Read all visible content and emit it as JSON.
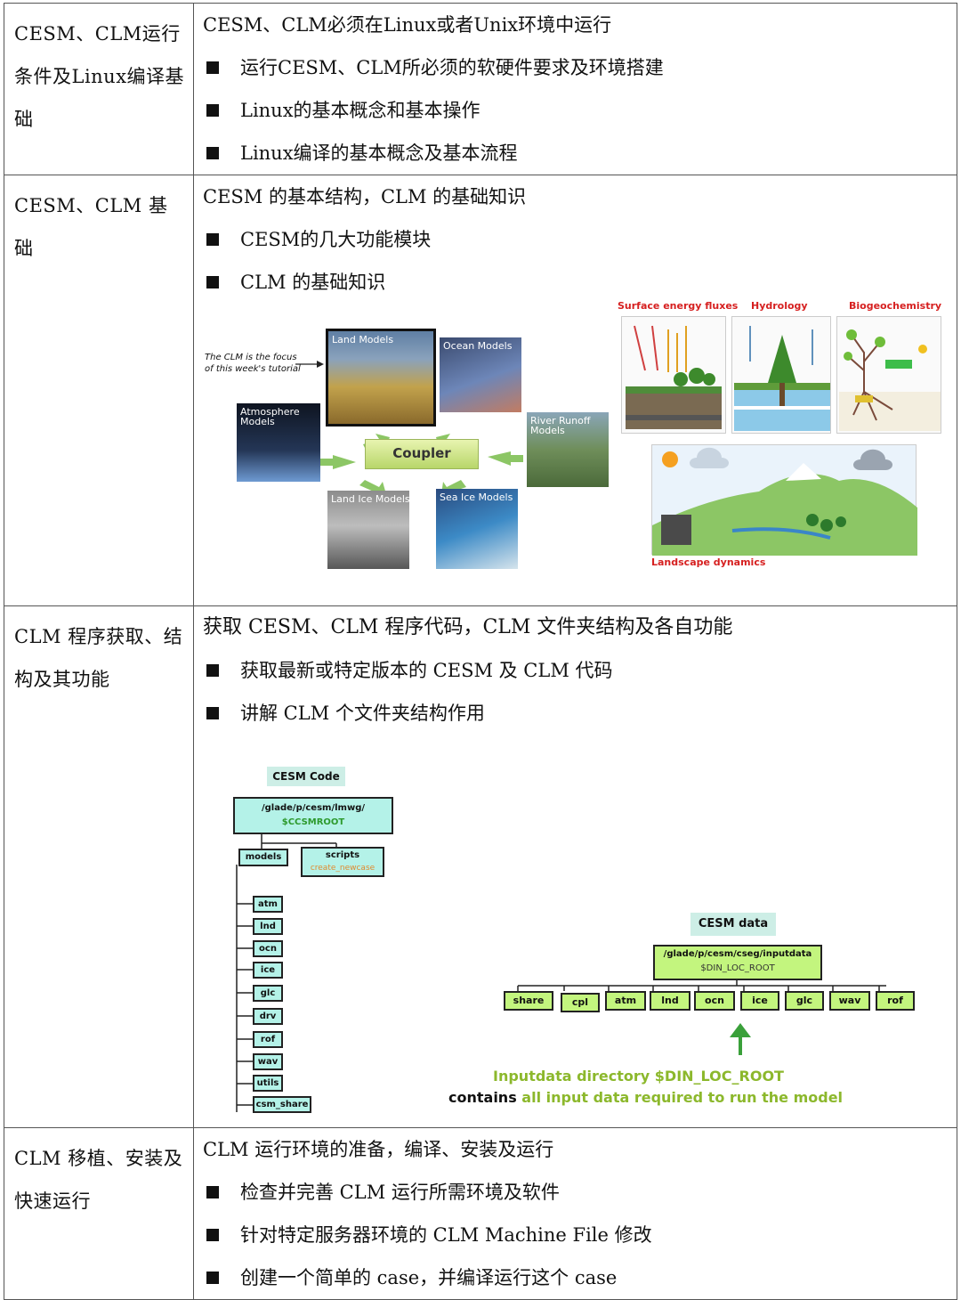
{
  "rows": [
    {
      "left": "CESM、CLM运行条件及Linux编译基础",
      "head": "CESM、CLM必须在Linux或者Unix环境中运行",
      "bullets": [
        "运行CESM、CLM所必须的软硬件要求及环境搭建",
        "Linux的基本概念和基本操作",
        "Linux编译的基本概念及基本流程"
      ]
    },
    {
      "left": "CESM、CLM 基础",
      "head": "CESM 的基本结构，CLM 的基础知识",
      "bullets": [
        "CESM的几大功能模块",
        "CLM 的基础知识"
      ]
    },
    {
      "left": "CLM 程序获取、结构及其功能",
      "head": "获取 CESM、CLM 程序代码，CLM 文件夹结构及各自功能",
      "bullets": [
        "获取最新或特定版本的 CESM 及 CLM 代码",
        "讲解 CLM 个文件夹结构作用"
      ]
    },
    {
      "left": "CLM 移植、安装及快速运行",
      "head": "CLM 运行环境的准备，编译、安装及运行",
      "bullets": [
        "检查并完善 CLM 运行所需环境及软件",
        "针对特定服务器环境的 CLM Machine File 修改",
        "创建一个简单的 case，并编译运行这个 case"
      ]
    }
  ],
  "cesm_figure": {
    "note": "The CLM is the focus of this week's tutorial",
    "coupler": "Coupler",
    "models": {
      "land": "Land Models",
      "ocean": "Ocean Models",
      "atmosphere": "Atmosphere Models",
      "river": "River Runoff Models",
      "landice": "Land Ice Models",
      "seaice": "Sea Ice Models"
    },
    "clm_panels": {
      "energy": "Surface energy fluxes",
      "hydrology": "Hydrology",
      "biogeo": "Biogeochemistry",
      "landscape": "Landscape dynamics"
    },
    "colors": {
      "coupler": "#c9e27a",
      "arrow": "#8cc665",
      "panel_title": "#d62020"
    }
  },
  "code_tree": {
    "title": "CESM Code",
    "root_path": "/glade/p/cesm/lmwg/",
    "root_var": "$CCSMROOT",
    "models": "models",
    "scripts": "scripts",
    "create_newcase": "create_newcase",
    "components": [
      "atm",
      "lnd",
      "ocn",
      "ice",
      "glc",
      "drv",
      "rof",
      "wav",
      "utils",
      "csm_share"
    ]
  },
  "data_tree": {
    "title": "CESM data",
    "root_path": "/glade/p/cesm/cseg/inputdata",
    "root_var": "$DIN_LOC_ROOT",
    "components": [
      "share",
      "cpl",
      "atm",
      "lnd",
      "ocn",
      "ice",
      "glc",
      "wav",
      "rof"
    ],
    "caption1": "Inputdata directory $DIN_LOC_ROOT",
    "caption2_a": "contains",
    "caption2_b": "all input data required to run the model"
  }
}
